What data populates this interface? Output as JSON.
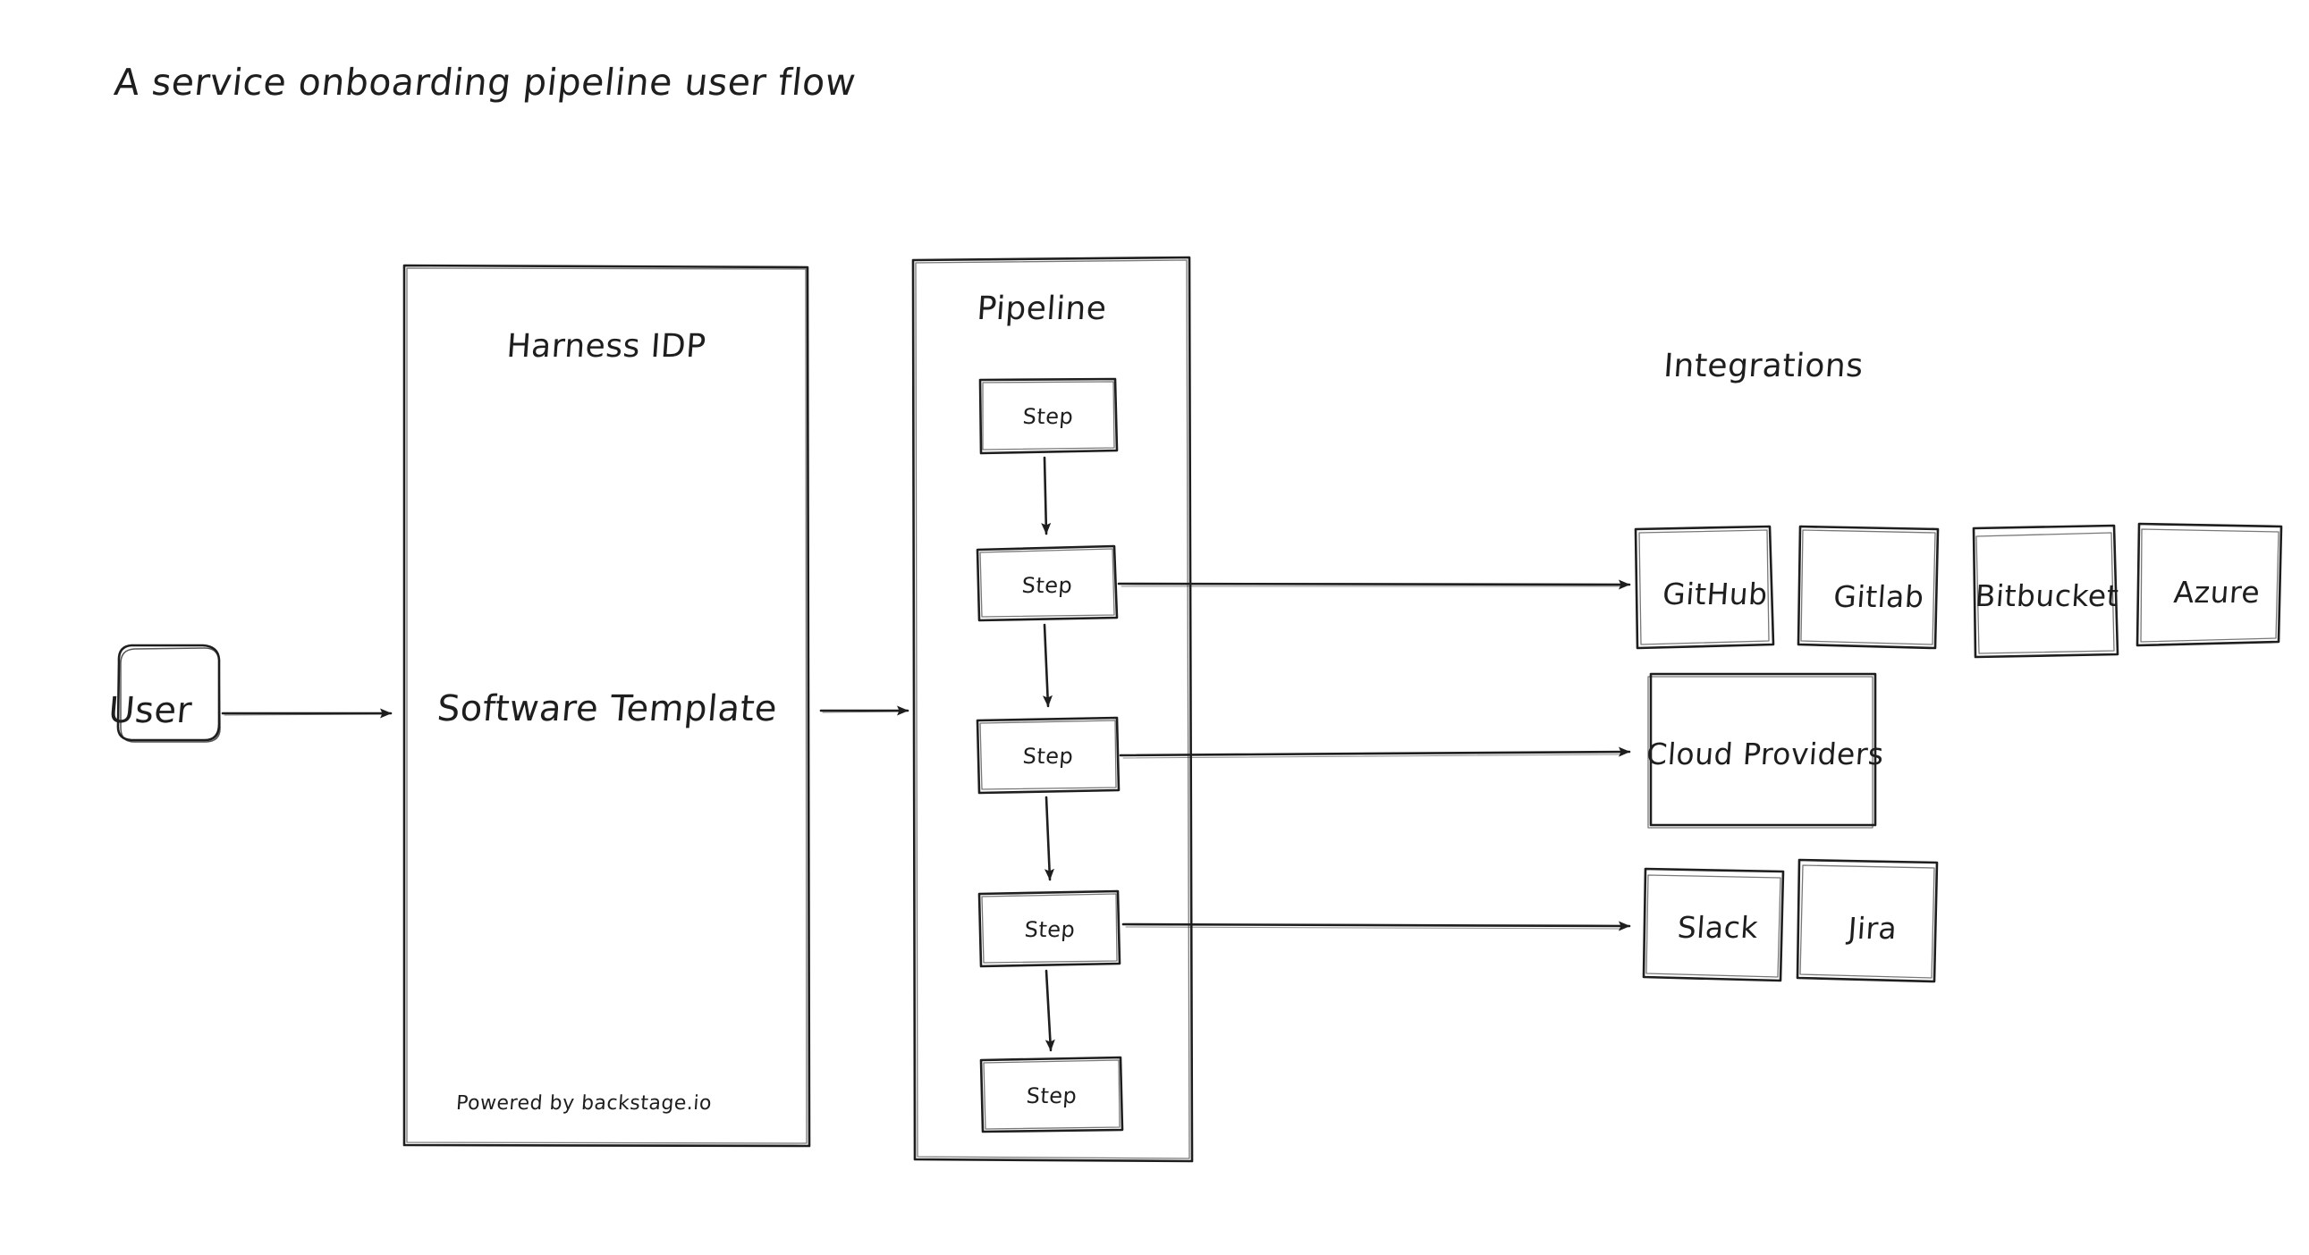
{
  "page": {
    "title": "A service onboarding pipeline user flow",
    "background_color": "#ffffff",
    "stroke_color": "#1e1e1e",
    "style": "hand-drawn-sketch"
  },
  "nodes": {
    "user": {
      "label": "User",
      "shape": "rounded-rect"
    },
    "harness_idp": {
      "title": "Harness IDP",
      "body": "Software Template",
      "footer": "Powered by backstage.io",
      "shape": "rect"
    },
    "pipeline": {
      "title": "Pipeline",
      "shape": "rect",
      "steps": [
        {
          "label": "Step"
        },
        {
          "label": "Step"
        },
        {
          "label": "Step"
        },
        {
          "label": "Step"
        },
        {
          "label": "Step"
        }
      ]
    },
    "integrations": {
      "title": "Integrations",
      "groups": [
        {
          "name": "scm",
          "items": [
            {
              "label": "GitHub"
            },
            {
              "label": "Gitlab"
            },
            {
              "label": "Bitbucket"
            },
            {
              "label": "Azure"
            }
          ]
        },
        {
          "name": "cloud",
          "items": [
            {
              "label": "Cloud Providers"
            }
          ]
        },
        {
          "name": "collaboration",
          "items": [
            {
              "label": "Slack"
            },
            {
              "label": "Jira"
            }
          ]
        }
      ]
    }
  },
  "edges": [
    {
      "from": "user",
      "to": "harness_idp",
      "arrow": "right"
    },
    {
      "from": "harness_idp",
      "to": "pipeline",
      "arrow": "right"
    },
    {
      "from": "pipeline_step_2",
      "to": "GitHub",
      "arrow": "right"
    },
    {
      "from": "pipeline_step_3",
      "to": "Cloud Providers",
      "arrow": "right"
    },
    {
      "from": "pipeline_step_4",
      "to": "Slack",
      "arrow": "right"
    },
    {
      "from": "pipeline_step_1",
      "to": "pipeline_step_2",
      "arrow": "down"
    },
    {
      "from": "pipeline_step_2",
      "to": "pipeline_step_3",
      "arrow": "down"
    },
    {
      "from": "pipeline_step_3",
      "to": "pipeline_step_4",
      "arrow": "down"
    },
    {
      "from": "pipeline_step_4",
      "to": "pipeline_step_5",
      "arrow": "down"
    }
  ]
}
